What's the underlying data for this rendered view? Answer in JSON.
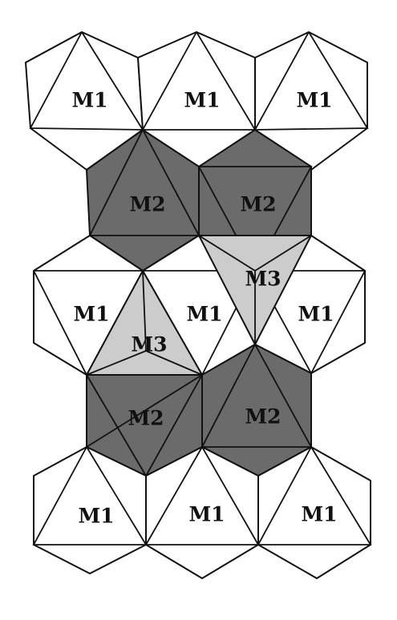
{
  "colors": {
    "M1": "#ffffff",
    "M2": "#6b6b6b",
    "M3": "#cccccc",
    "stroke": "#111111",
    "background": "#ffffff"
  },
  "labels": {
    "row1": [
      "M1",
      "M1",
      "M1"
    ],
    "row2": [
      "M2",
      "M2"
    ],
    "row3": [
      "M1",
      "M1",
      "M1"
    ],
    "row3_m3": [
      "M3",
      "M3"
    ],
    "row4": [
      "M2",
      "M2"
    ],
    "row5": [
      "M1",
      "M1",
      "M1"
    ]
  }
}
